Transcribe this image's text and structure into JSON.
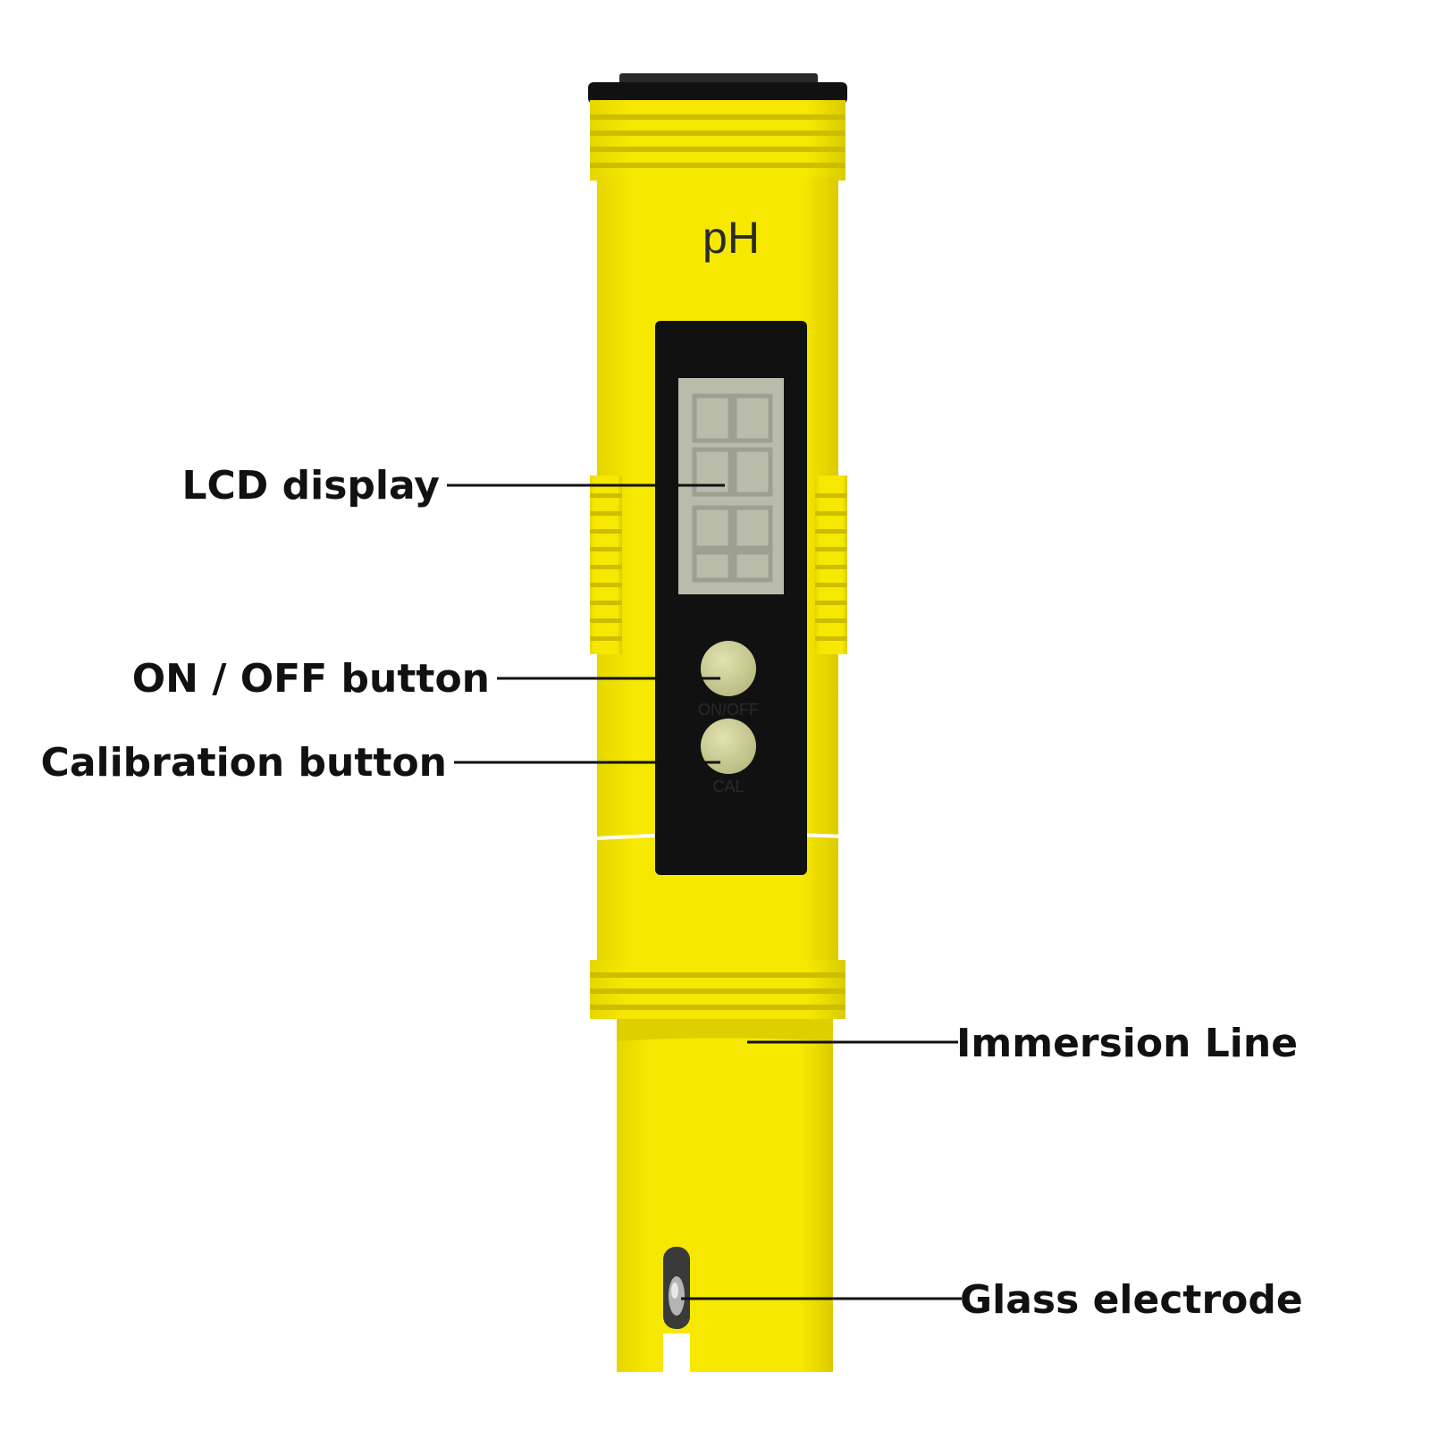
{
  "colors": {
    "body_yellow": "#f4e400",
    "body_shade": "#d9c800",
    "cap_dark": "#1a1a1a",
    "lcd_bg": "#b9bca9",
    "button_bg": "#cfcf9a",
    "label_text": "#111111"
  },
  "device": {
    "brand_label": "pH",
    "button_on_off_label": "ON/OFF",
    "button_cal_label": "CAL"
  },
  "callouts": [
    {
      "id": "lcd",
      "label": "LCD display"
    },
    {
      "id": "onoff",
      "label": "ON / OFF button"
    },
    {
      "id": "cal",
      "label": "Calibration button"
    },
    {
      "id": "immersion",
      "label": "Immersion Line"
    },
    {
      "id": "electrode",
      "label": "Glass electrode"
    }
  ]
}
